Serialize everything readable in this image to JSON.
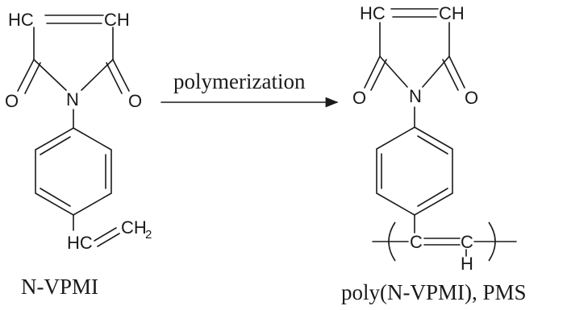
{
  "monomer": {
    "atoms": {
      "hc_left": "HC",
      "ch_right": "CH",
      "o_left": "O",
      "o_right": "O",
      "n": "N",
      "hc_vinyl": "HC",
      "ch2_vinyl": "CH",
      "ch2_sub": "2"
    },
    "caption": "N-VPMI"
  },
  "reaction": {
    "arrow_label": "polymerization"
  },
  "polymer": {
    "atoms": {
      "hc_left": "HC",
      "ch_right": "CH",
      "o_left": "O",
      "o_right": "O",
      "n": "N",
      "c_left": "C",
      "c_right": "C",
      "h_bottom": "H"
    },
    "caption": "poly(N-VPMI), PMS"
  }
}
